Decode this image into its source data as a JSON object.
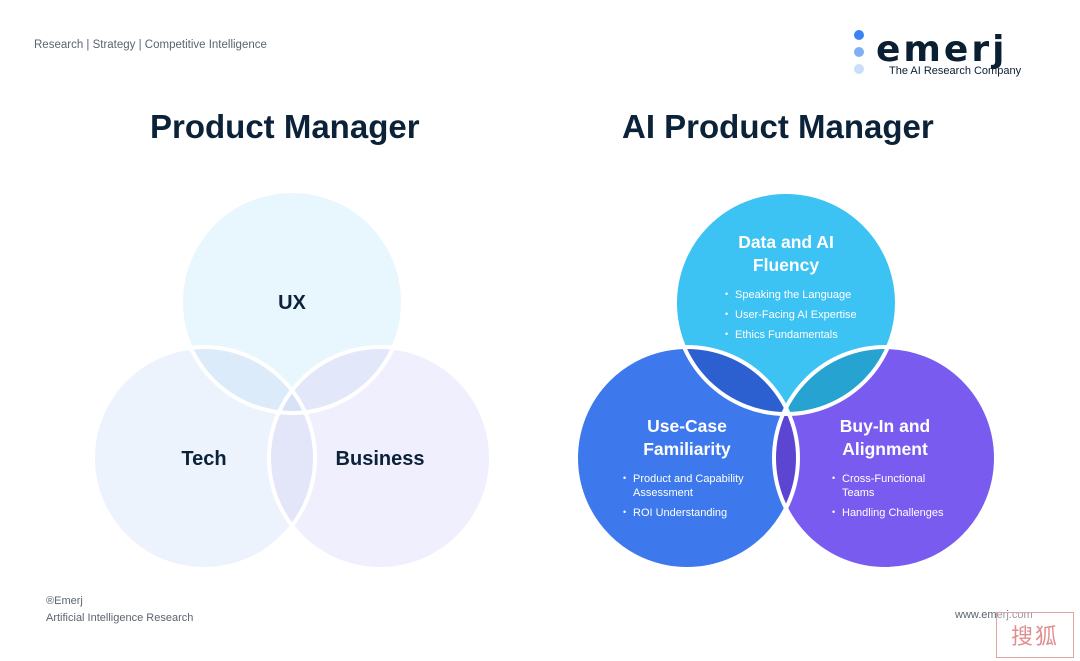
{
  "header": {
    "tagline": "Research | Strategy | Competitive Intelligence"
  },
  "logo": {
    "wordmark": "emerj",
    "subtitle": "The AI Research Company",
    "dot_colors": [
      "#3b82f6",
      "#7fb0f5",
      "#c9def8"
    ]
  },
  "left_diagram": {
    "title": "Product Manager",
    "circles": [
      {
        "id": "ux",
        "label": "UX",
        "fill": "#e8f7fd"
      },
      {
        "id": "tech",
        "label": "Tech",
        "fill": "#edf3fd"
      },
      {
        "id": "business",
        "label": "Business",
        "fill": "#f0effd"
      }
    ],
    "overlap_colors": {
      "ux_tech": "#dcebfa",
      "ux_business": "#e2e8f9",
      "tech_business": "#e3e5f9",
      "center": "#d8e2f7"
    }
  },
  "right_diagram": {
    "title": "AI Product Manager",
    "circles": [
      {
        "id": "data",
        "title_lines": [
          "Data and AI",
          "Fluency"
        ],
        "bullets": [
          [
            "Speaking the Language"
          ],
          [
            "User-Facing AI Expertise"
          ],
          [
            "Ethics Fundamentals"
          ]
        ],
        "fill": "#3cc3f3"
      },
      {
        "id": "usecase",
        "title_lines": [
          "Use-Case",
          "Familiarity"
        ],
        "bullets": [
          [
            "Product and Capability",
            "Assessment"
          ],
          [
            "ROI Understanding"
          ]
        ],
        "fill": "#3d79ec"
      },
      {
        "id": "buyin",
        "title_lines": [
          "Buy-In and",
          "Alignment"
        ],
        "bullets": [
          [
            "Cross-Functional",
            "Teams"
          ],
          [
            "Handling Challenges"
          ]
        ],
        "fill": "#7a5bf0"
      }
    ],
    "overlap_colors": {
      "data_usecase": "#2c5fcf",
      "data_buyin": "#26a3d1",
      "usecase_buyin": "#5c45d1",
      "center": "#0d1a33"
    }
  },
  "footer": {
    "copyright": "®Emerj",
    "subtitle": "Artificial Intelligence Research",
    "url": "www.emerj.com"
  },
  "watermark": {
    "text": "搜狐",
    "color": "#e08f8f"
  }
}
